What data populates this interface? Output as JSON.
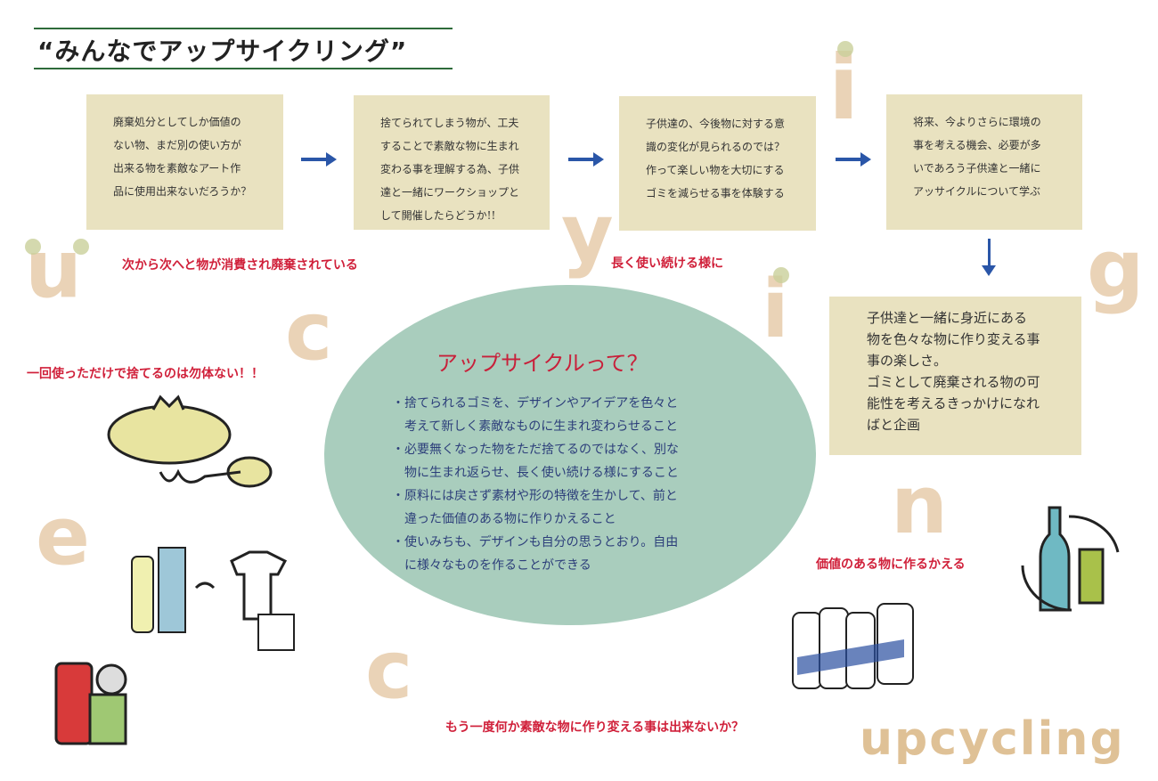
{
  "title": "“みんなでアップサイクリング”",
  "flow_boxes": [
    {
      "lines": [
        "廃棄処分としてしか価値の",
        "ない物、まだ別の使い方が",
        "出来る物を素敵なアート作",
        "品に使用出来ないだろうか？"
      ]
    },
    {
      "lines": [
        "捨てられてしまう物が、工夫",
        "することで素敵な物に生まれ",
        "変わる事を理解する為、子供",
        "達と一緒にワークショップと",
        "して開催したらどうか!!"
      ]
    },
    {
      "lines": [
        "子供達の、今後物に対する意",
        "識の変化が見られるのでは？",
        "作って楽しい物を大切にする",
        "ゴミを減らせる事を体験する"
      ]
    },
    {
      "lines": [
        "将来、今よりさらに環境の",
        "事を考える機会、必要が多",
        "いであろう子供達と一緒に",
        "アッサイクルについて学ぶ"
      ]
    }
  ],
  "result_box": {
    "lines": [
      "子供達と一緒に身近にある",
      "物を色々な物に作り変える事",
      "事の楽しさ。",
      "ゴミとして廃棄される物の可",
      "能性を考えるきっかけになれ",
      "ばと企画"
    ]
  },
  "red_labels": {
    "consumed": "次から次へと物が消費され廃棄されている",
    "keep_using": "長く使い続ける様に",
    "wasteful": "一回使っただけで捨てるのは勿体ない！！",
    "valuable": "価値のある物に作るかえる",
    "remake": "もう一度何か素敵な物に作り変える事は出来ないか？"
  },
  "center": {
    "heading": "アップサイクルって？",
    "lines": [
      "・捨てられるゴミを、デザインやアイデアを色々と",
      "　考えて新しく素敵なものに生まれ変わらせること",
      "・必要無くなった物をただ捨てるのではなく、別な",
      "　物に生まれ返らせ、長く使い続ける様にすること",
      "・原料には戻さず素材や形の特徴を生かして、前と",
      "　違った価値のある物に作りかえること",
      "・使いみちも、デザインも自分の思うとおり。自由",
      "　に様々なものを作ることができる"
    ]
  },
  "logo_text": "upcycling",
  "colors": {
    "box": "#e9e2c0",
    "ellipse": "#a9cdbd",
    "red": "#d0203a",
    "arrow": "#2a56a8",
    "rule": "#2e6b3a"
  }
}
